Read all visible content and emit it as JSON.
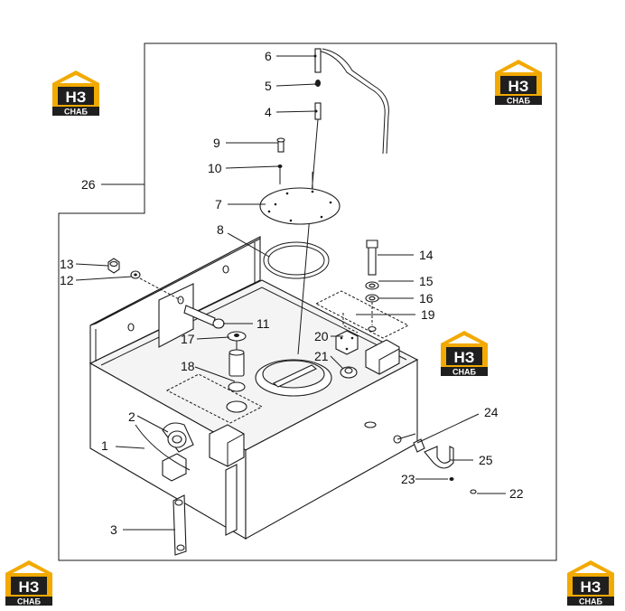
{
  "logo": {
    "mark": "НЗ",
    "word": "СНАБ",
    "colors": {
      "accent": "#f2a900",
      "dark": "#1f1f1f",
      "text": "#ffffff"
    }
  },
  "callouts": [
    "1",
    "2",
    "3",
    "4",
    "5",
    "6",
    "7",
    "8",
    "9",
    "10",
    "11",
    "12",
    "13",
    "14",
    "15",
    "16",
    "17",
    "18",
    "19",
    "20",
    "21",
    "22",
    "23",
    "24",
    "25",
    "26"
  ]
}
